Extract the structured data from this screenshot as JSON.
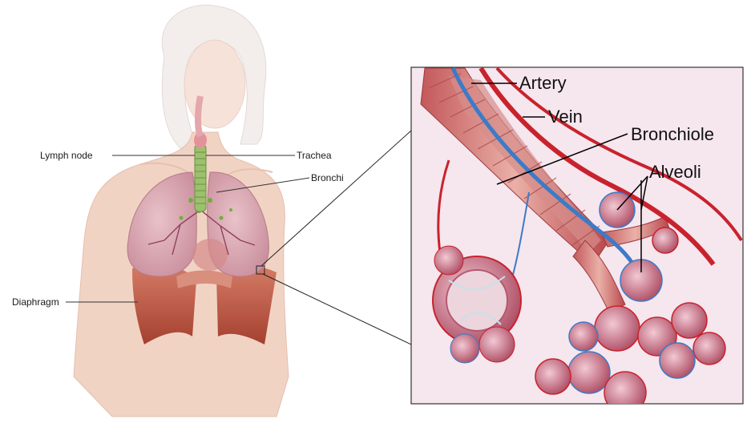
{
  "labels": {
    "lymph_node": "Lymph node",
    "trachea": "Trachea",
    "bronchi": "Bronchi",
    "diaphragm": "Diaphragm",
    "artery": "Artery",
    "vein": "Vein",
    "bronchiole": "Bronchiole",
    "alveoli": "Alveoli"
  },
  "colors": {
    "skin": "#f1d3c4",
    "lung": "#d9a3ae",
    "diaphragm": "#c0614c",
    "artery": "#c8232d",
    "vein": "#3b7bc8",
    "inset_bg": "#f6e6ee"
  }
}
